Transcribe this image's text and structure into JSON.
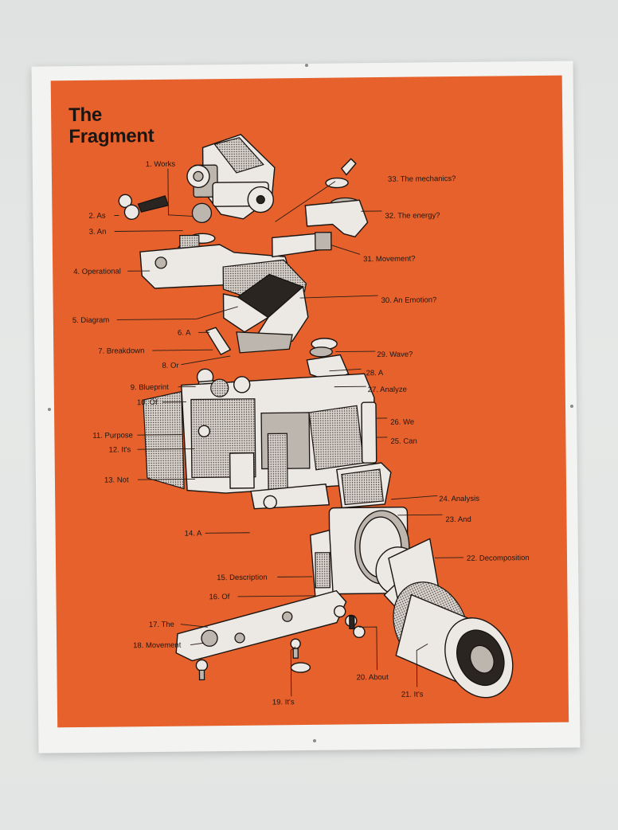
{
  "poster": {
    "title_line1": "The",
    "title_line2": "Fragment"
  },
  "labels": [
    "1. Works",
    "2. As",
    "3. An",
    "4. Operational",
    "5. Diagram",
    "6. A",
    "7. Breakdown",
    "8. Or",
    "9. Blueprint",
    "10. Of",
    "11. Purpose",
    "12. It's",
    "13. Not",
    "14. A",
    "15. Description",
    "16. Of",
    "17. The",
    "18. Movement",
    "19. It's",
    "20. About",
    "21. It's",
    "22. Decomposition",
    "23. And",
    "24. Analysis",
    "25. Can",
    "26. We",
    "27. Analyze",
    "28. A",
    "29. Wave?",
    "30. An Emotion?",
    "31. Movement?",
    "32. The energy?",
    "33. The mechanics?"
  ],
  "colors": {
    "poster_orange": "#e6612b",
    "ink": "#1b1512",
    "paper": "#f3f3f2",
    "wall": "#e2e4e3"
  }
}
